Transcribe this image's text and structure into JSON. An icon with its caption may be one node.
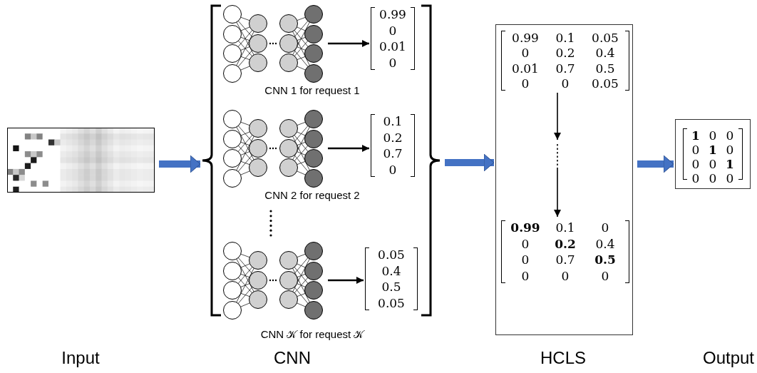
{
  "diagram": {
    "nodes": [
      {
        "text": [],
        "shape": "picture"
      },
      {
        "text": [],
        "shape": "bracket"
      },
      {
        "text": [],
        "shape": "picture",
        "in": 1,
        "beside": [
          "CNN 1 for request 1"
        ]
      },
      {
        "text": [
          "0.99",
          "0",
          "0.01",
          "0"
        ],
        "in": 1
      },
      {
        "text": [],
        "shape": "picture",
        "in": 1,
        "beside": [
          "CNN 2 for request 2"
        ]
      },
      {
        "text": [
          "0.1",
          "0.2",
          "0.7",
          "0"
        ],
        "in": 1
      },
      {
        "text": [],
        "shape": "picture",
        "in": 1,
        "beside": [
          "CNN 𝒦 for request 𝒦"
        ]
      },
      {
        "text": [
          "0.05",
          "0.4",
          "0.5",
          "0.05"
        ],
        "in": 1
      },
      {
        "text": [],
        "shape": "box"
      },
      {
        "text": [
          "0.99",
          "0.1",
          "0.05",
          "0",
          "0.2",
          "0.4",
          "0.01",
          "0.7",
          "0.5",
          "0",
          "0",
          "0.05"
        ],
        "in": 8
      },
      {
        "text": [
          "**0.99**",
          "0.1",
          "0",
          "0",
          "**0.2**",
          "0.4",
          "0",
          "0.7",
          "**0.5**",
          "0",
          "0",
          "0"
        ],
        "in": 8
      },
      {
        "text": [
          "**1**",
          "0",
          "0",
          "0",
          "**1**",
          "0",
          "0",
          "0",
          "**1**",
          "0",
          "0",
          "0"
        ]
      }
    ],
    "edges": [
      {
        "from": 0,
        "to": 1,
        "arrow": "to",
        "style": "thick",
        "color": "#4472c4"
      },
      {
        "from": 2,
        "to": 3,
        "arrow": "to"
      },
      {
        "from": 4,
        "to": 5,
        "arrow": "to"
      },
      {
        "from": 6,
        "to": 7,
        "arrow": "to"
      },
      {
        "from": 1,
        "to": 8,
        "arrow": "to",
        "style": "thick",
        "color": "#4472c4"
      },
      {
        "from": 9,
        "to": 10,
        "arrow": "to",
        "style": "dashed"
      },
      {
        "from": 8,
        "to": 11,
        "arrow": "to",
        "style": "thick",
        "color": "#4472c4"
      }
    ],
    "labels": [
      "Input",
      "CNN",
      "HCLS",
      "Output"
    ]
  }
}
